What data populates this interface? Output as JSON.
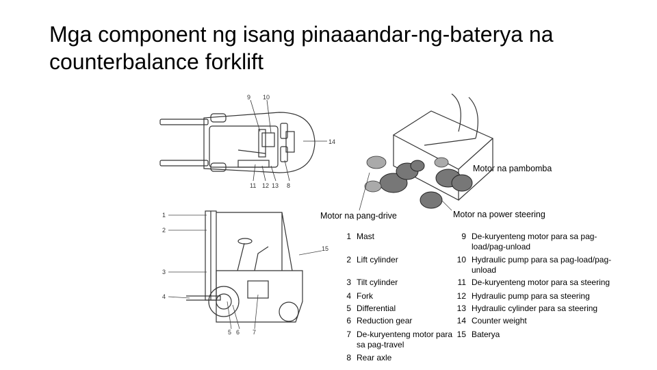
{
  "title": "Mga component ng isang pinaaandar-ng-baterya na counterbalance forklift",
  "top_view_callouts": [
    "9",
    "10",
    "14",
    "11",
    "12",
    "13",
    "8"
  ],
  "side_view_callouts": [
    "1",
    "2",
    "3",
    "4",
    "15",
    "5",
    "6",
    "7"
  ],
  "motor_labels": {
    "pump": "Motor na pambomba",
    "drive": "Motor na pang-drive",
    "steering": "Motor na power steering"
  },
  "legend_left": [
    {
      "num": "1",
      "text": "Mast"
    },
    {
      "num": "2",
      "text": "Lift cylinder"
    },
    {
      "num": "3",
      "text": "Tilt cylinder"
    },
    {
      "num": "4",
      "text": "Fork"
    },
    {
      "num": "5",
      "text": "Differential"
    },
    {
      "num": "6",
      "text": "Reduction gear"
    },
    {
      "num": "7",
      "text": "De-kuryenteng motor para sa pag-travel"
    },
    {
      "num": "8",
      "text": "Rear axle"
    }
  ],
  "legend_right": [
    {
      "num": "9",
      "text": "De-kuryenteng motor para sa pag-load/pag-unload"
    },
    {
      "num": "10",
      "text": "Hydraulic pump para sa pag-load/pag-unload"
    },
    {
      "num": "11",
      "text": "De-kuryenteng motor para sa steering"
    },
    {
      "num": "12",
      "text": "Hydraulic pump para sa steering"
    },
    {
      "num": "13",
      "text": "Hydraulic cylinder para sa steering"
    },
    {
      "num": "14",
      "text": "Counter weight"
    },
    {
      "num": "15",
      "text": "Baterya"
    }
  ]
}
